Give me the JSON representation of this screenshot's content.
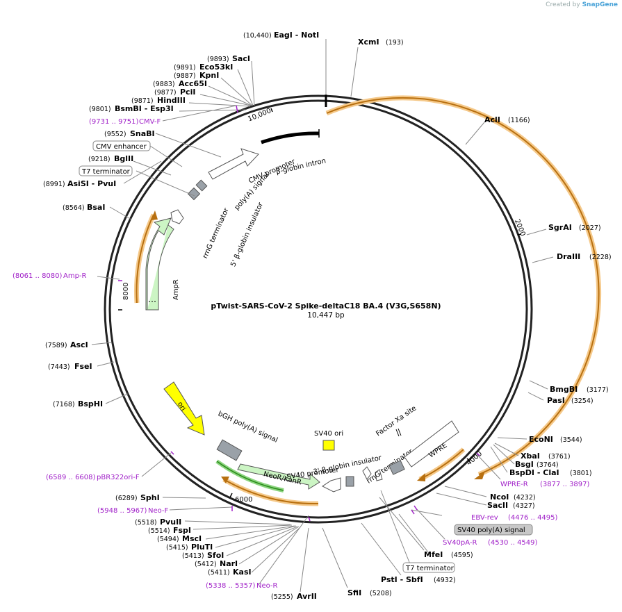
{
  "credit": {
    "prefix": "Created by",
    "brand": "SnapGene"
  },
  "plasmid": {
    "name": "pTwist-SARS-CoV-2 Spike-deltaC18 BA.4 (V3G,S658N)",
    "length_label": "10,447 bp",
    "length": 10447
  },
  "ticks": [
    "10,000",
    "2000",
    "4000",
    "6000",
    "8000"
  ],
  "sites": [
    {
      "id": "eagi-noti",
      "name": "EagI  - NotI",
      "pos": "(10,440)"
    },
    {
      "id": "xcmi",
      "name": "XcmI",
      "pos": "(193)"
    },
    {
      "id": "saci",
      "name": "SacI",
      "pos": "(9893)"
    },
    {
      "id": "eco53ki",
      "name": "Eco53kI",
      "pos": "(9891)"
    },
    {
      "id": "kpni",
      "name": "KpnI",
      "pos": "(9887)"
    },
    {
      "id": "acc65i",
      "name": "Acc65I",
      "pos": "(9883)"
    },
    {
      "id": "pcii",
      "name": "PciI",
      "pos": "(9877)"
    },
    {
      "id": "hindiii",
      "name": "HindIII",
      "pos": "(9871)"
    },
    {
      "id": "bsmbi-esp3i",
      "name": "BsmBI  - Esp3I",
      "pos": "(9801)"
    },
    {
      "id": "snabi",
      "name": "SnaBI",
      "pos": "(9552)"
    },
    {
      "id": "bglii",
      "name": "BglII",
      "pos": "(9218)"
    },
    {
      "id": "asisi-pvui",
      "name": "AsiSI  - PvuI",
      "pos": "(8991)"
    },
    {
      "id": "bsai",
      "name": "BsaI",
      "pos": "(8564)"
    },
    {
      "id": "ascI",
      "name": "AscI",
      "pos": "(7589)"
    },
    {
      "id": "fsei",
      "name": "FseI",
      "pos": "(7443)"
    },
    {
      "id": "bsphi",
      "name": "BspHI",
      "pos": "(7168)"
    },
    {
      "id": "sphi",
      "name": "SphI",
      "pos": "(6289)"
    },
    {
      "id": "pvuii",
      "name": "PvuII",
      "pos": "(5518)"
    },
    {
      "id": "fspi",
      "name": "FspI",
      "pos": "(5514)"
    },
    {
      "id": "msci",
      "name": "MscI",
      "pos": "(5494)"
    },
    {
      "id": "pluti",
      "name": "PluTI",
      "pos": "(5415)"
    },
    {
      "id": "sfoi",
      "name": "SfoI",
      "pos": "(5413)"
    },
    {
      "id": "nari",
      "name": "NarI",
      "pos": "(5412)"
    },
    {
      "id": "kasi",
      "name": "KasI",
      "pos": "(5411)"
    },
    {
      "id": "avrii",
      "name": "AvrII",
      "pos": "(5255)"
    },
    {
      "id": "sfii",
      "name": "SfiI",
      "pos": "(5208)"
    },
    {
      "id": "psti-sbfi",
      "name": "PstI  - SbfI",
      "pos": "(4932)"
    },
    {
      "id": "mfei",
      "name": "MfeI",
      "pos": "(4595)"
    },
    {
      "id": "sacii",
      "name": "SacII",
      "pos": "(4327)"
    },
    {
      "id": "ncoi",
      "name": "NcoI",
      "pos": "(4232)"
    },
    {
      "id": "bspdi-clai",
      "name": "BspDI  - ClaI",
      "pos": "(3801)"
    },
    {
      "id": "bsgi",
      "name": "BsgI",
      "pos": "(3764)"
    },
    {
      "id": "xbai",
      "name": "XbaI",
      "pos": "(3761)"
    },
    {
      "id": "econi",
      "name": "EcoNI",
      "pos": "(3544)"
    },
    {
      "id": "pasi",
      "name": "PasI",
      "pos": "(3254)"
    },
    {
      "id": "bmgbi",
      "name": "BmgBI",
      "pos": "(3177)"
    },
    {
      "id": "draiii",
      "name": "DraIII",
      "pos": "(2228)"
    },
    {
      "id": "sgrai",
      "name": "SgrAI",
      "pos": "(2027)"
    },
    {
      "id": "acli",
      "name": "AclI",
      "pos": "(1166)"
    }
  ],
  "primers": [
    {
      "id": "cmv-f",
      "name": "CMV-F",
      "pos": "(9731 .. 9751)"
    },
    {
      "id": "amp-r",
      "name": "Amp-R",
      "pos": "(8061 .. 8080)"
    },
    {
      "id": "pbr322ori-f",
      "name": "pBR322ori-F",
      "pos": "(6589 .. 6608)"
    },
    {
      "id": "neo-f",
      "name": "Neo-F",
      "pos": "(5948 .. 5967)"
    },
    {
      "id": "neo-r",
      "name": "Neo-R",
      "pos": "(5338 .. 5357)"
    },
    {
      "id": "sv40pa-r",
      "name": "SV40pA-R",
      "pos": "(4530 .. 4549)"
    },
    {
      "id": "ebv-rev",
      "name": "EBV-rev",
      "pos": "(4476 .. 4495)"
    },
    {
      "id": "wpre-r",
      "name": "WPRE-R",
      "pos": "(3877 .. 3897)"
    }
  ],
  "boxed_labels": {
    "cmv_enhancer": "CMV enhancer",
    "t7_terminator_top": "T7 terminator",
    "sv40_polya_signal": "SV40 poly(A) signal",
    "t7_terminator_bottom": "T7 terminator"
  },
  "features": {
    "cmv_promoter": "CMV promoter",
    "beta_globin_intron": "β-globin intron",
    "polya_signal": "poly(A) signal",
    "rrng_terminator_top": "rrnG terminator",
    "five_beta_globin_insulator": "5' β-globin insulator",
    "ampr": "AmpR",
    "ori": "ori",
    "bgh_polya_signal": "bGH poly(A) signal",
    "neor_kanr": "NeoR/KanR",
    "sv40_promoter": "SV40 promoter",
    "sv40_ori": "SV40 ori",
    "three_beta_globin_insulator": "3' β-globin insulator",
    "rrng_terminator_bottom": "rrnG terminator",
    "factor_xa_site": "Factor Xa site",
    "wpre": "WPRE"
  },
  "colors": {
    "backbone": "#222222",
    "primer": "#a020c8",
    "orange_feature": "#d08a1a",
    "green_feature": "#ccf5c4",
    "ori_yellow": "#ffff00",
    "grey_feature": "#9aa1a8"
  }
}
